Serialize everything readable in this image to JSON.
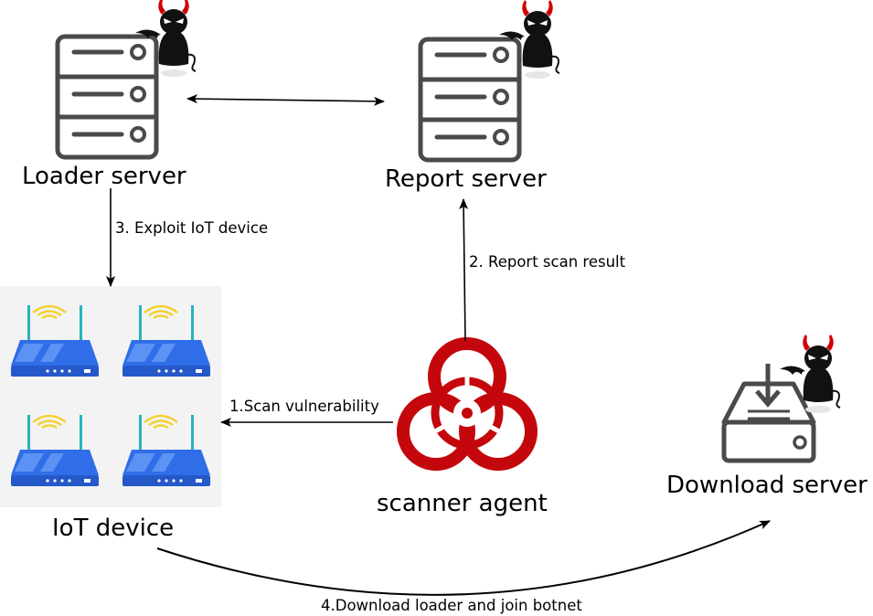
{
  "nodes": {
    "loader_server": "Loader server",
    "report_server": "Report server",
    "download_server": "Download server",
    "iot_device": "IoT device",
    "scanner_agent": "scanner agent"
  },
  "edges": {
    "exploit": "3. Exploit IoT device",
    "report": "2. Report scan result",
    "scan": "1.Scan vulnerability",
    "download": "4.Download loader and join botnet"
  },
  "colors": {
    "server_gray": "#4a4a4a",
    "router_blue": "#2f6ee8",
    "antenna_teal": "#27b3c0",
    "wifi_yellow": "#f2d233",
    "biohazard_red": "#c4070c",
    "device_panel": "#f3f3f3"
  },
  "icons": [
    "server-icon",
    "devil-icon",
    "router-icon",
    "biohazard-icon",
    "download-drive-icon"
  ]
}
